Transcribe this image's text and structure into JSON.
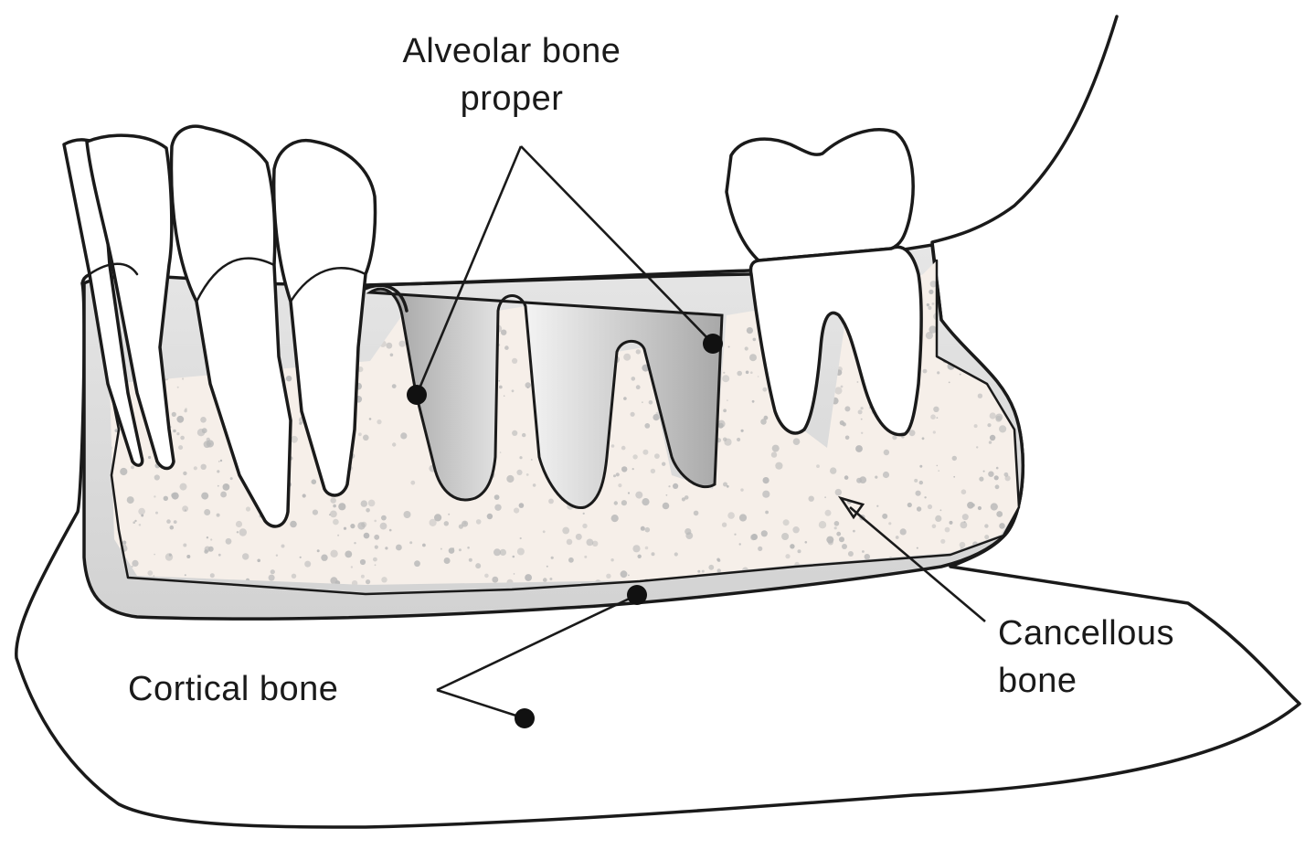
{
  "labels": {
    "alveolar_line1": "Alveolar bone",
    "alveolar_line2": "proper",
    "cancellous_line1": "Cancellous",
    "cancellous_line2": "bone",
    "cortical": "Cortical bone"
  },
  "colors": {
    "outline": "#1a1a1a",
    "cortical_fill": "#ffffff",
    "cancellous_fill": "#f6efe9",
    "cancellous_speckle": "#b8b8b8",
    "socket_grey": "#bfbfbf",
    "crest_grey": "#dcdcdc"
  }
}
